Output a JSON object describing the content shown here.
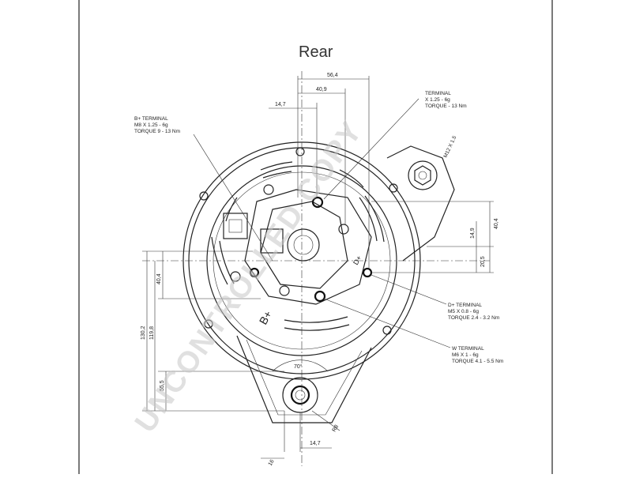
{
  "view_title": "Rear",
  "watermark": "UNCONTROLLED COPY",
  "callouts": {
    "b_plus_terminal": {
      "line1": "B+ TERMINAL",
      "line2": "M8 X 1.25 - 6g",
      "line3": "TORQUE 9 - 13 Nm"
    },
    "top_right_terminal": {
      "line1": "TERMINAL",
      "line2": "X 1.25 - 6g",
      "line3": "TORQUE - 13 Nm"
    },
    "d_plus_terminal": {
      "line1": "D+ TERMINAL",
      "line2": "M5 X 0.8 - 6g",
      "line3": "TORQUE 2.4 - 3.2 Nm"
    },
    "w_terminal": {
      "line1": "W TERMINAL",
      "line2": "M6 X 1 - 6g",
      "line3": "TORQUE 4.1 - 5.5 Nm"
    },
    "mount_thread": "M12 X 1.5"
  },
  "dimensions": {
    "d56_4": "56,4",
    "d40_9": "40,9",
    "d14_7_top": "14,7",
    "d40_4_right": "40,4",
    "d14_9": "14,9",
    "d20_5": "20,5",
    "d40_4_left": "40,4",
    "d130_2": "130,2",
    "d119_8": "119,8",
    "d55_5": "55,5",
    "d14_7_bottom": "14,7",
    "d16": "16",
    "angle": "70°",
    "r8": "R8"
  },
  "part_labels": {
    "b_plus": "B+",
    "d_plus": "D+"
  }
}
